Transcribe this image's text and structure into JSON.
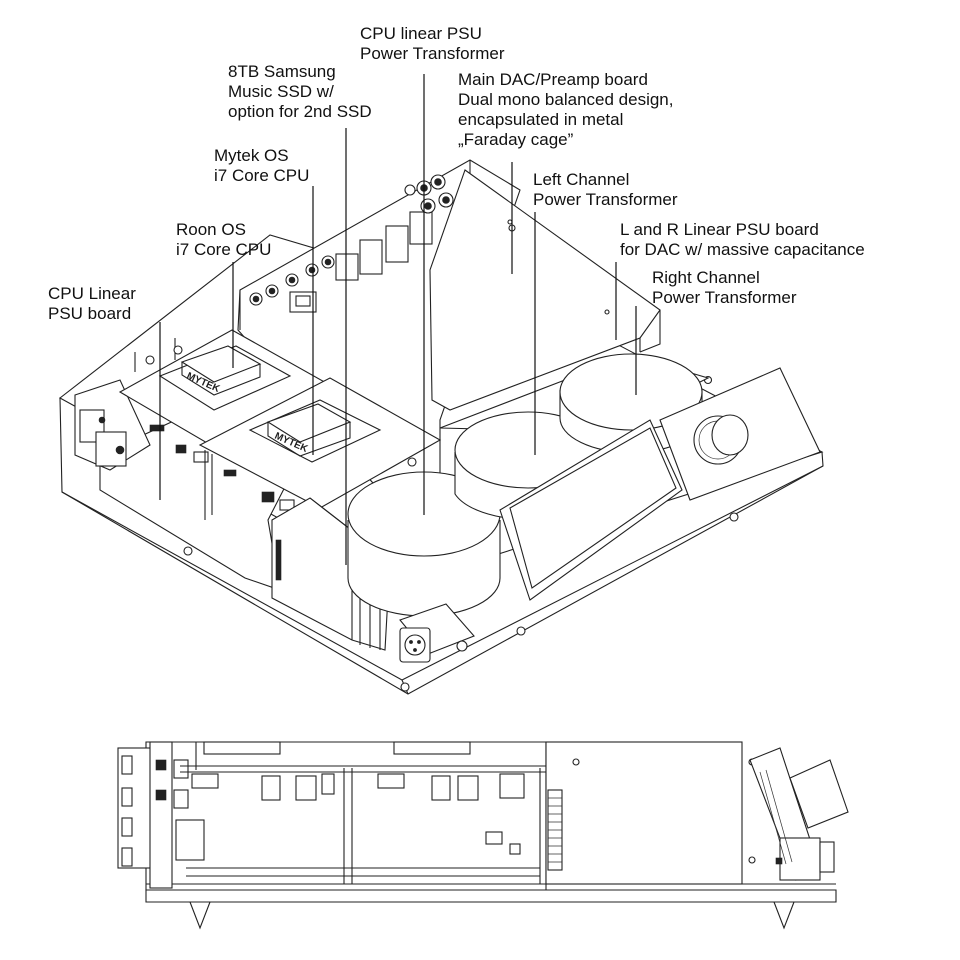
{
  "labels": {
    "cpu_linear_psu_transformer": [
      "CPU linear PSU",
      "Power Transformer"
    ],
    "samsung_ssd": [
      "8TB Samsung",
      "Music SSD w/",
      "option for 2nd SSD"
    ],
    "main_dac_board": [
      "Main DAC/Preamp board",
      "Dual mono balanced design,",
      "encapsulated in metal",
      "„Faraday cage”"
    ],
    "mytek_cpu": [
      "Mytek OS",
      "i7 Core CPU"
    ],
    "left_channel_transformer": [
      "Left Channel",
      "Power Transformer"
    ],
    "roon_cpu": [
      "Roon OS",
      "i7 Core CPU"
    ],
    "lr_psu_board": [
      "L and R Linear PSU board",
      "for DAC w/ massive capacitance"
    ],
    "right_channel_transformer": [
      "Right Channel",
      "Power Transformer"
    ],
    "cpu_psu_board": [
      "CPU Linear",
      "PSU board"
    ]
  },
  "board_markings": {
    "cpu_module_logo": "MYTEK"
  }
}
